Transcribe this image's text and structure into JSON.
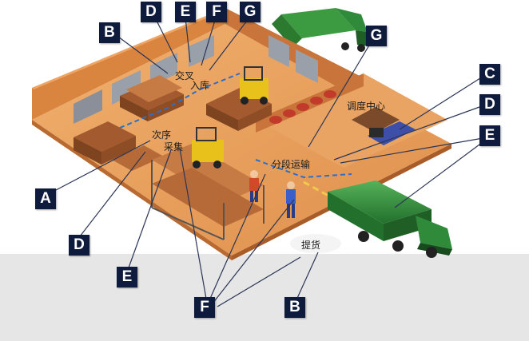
{
  "labels": {
    "top_d": "D",
    "top_e": "E",
    "top_f": "F",
    "top_g": "G",
    "top_b": "B",
    "g_right": "G",
    "c_right": "C",
    "d_right": "D",
    "e_right": "E",
    "a_left": "A",
    "d_bottom": "D",
    "e_bottom": "E",
    "f_bottom": "F",
    "b_bottom": "B"
  },
  "areas": {
    "cross_dock": "交叉",
    "receiving": "入库",
    "dispatch_center": "调度中心",
    "secondary": "次序",
    "picking": "采集",
    "segment_transport": "分段运输",
    "pickup": "提货"
  },
  "colors": {
    "label_box": "#0f1b3d",
    "floor": "#e89f5c",
    "wall": "#d9853f",
    "truck_green": "#2f8a3a",
    "forklift_yellow": "#e8c21a",
    "crate": "#b8693a",
    "conveyor_blue": "#2b6fc8"
  }
}
